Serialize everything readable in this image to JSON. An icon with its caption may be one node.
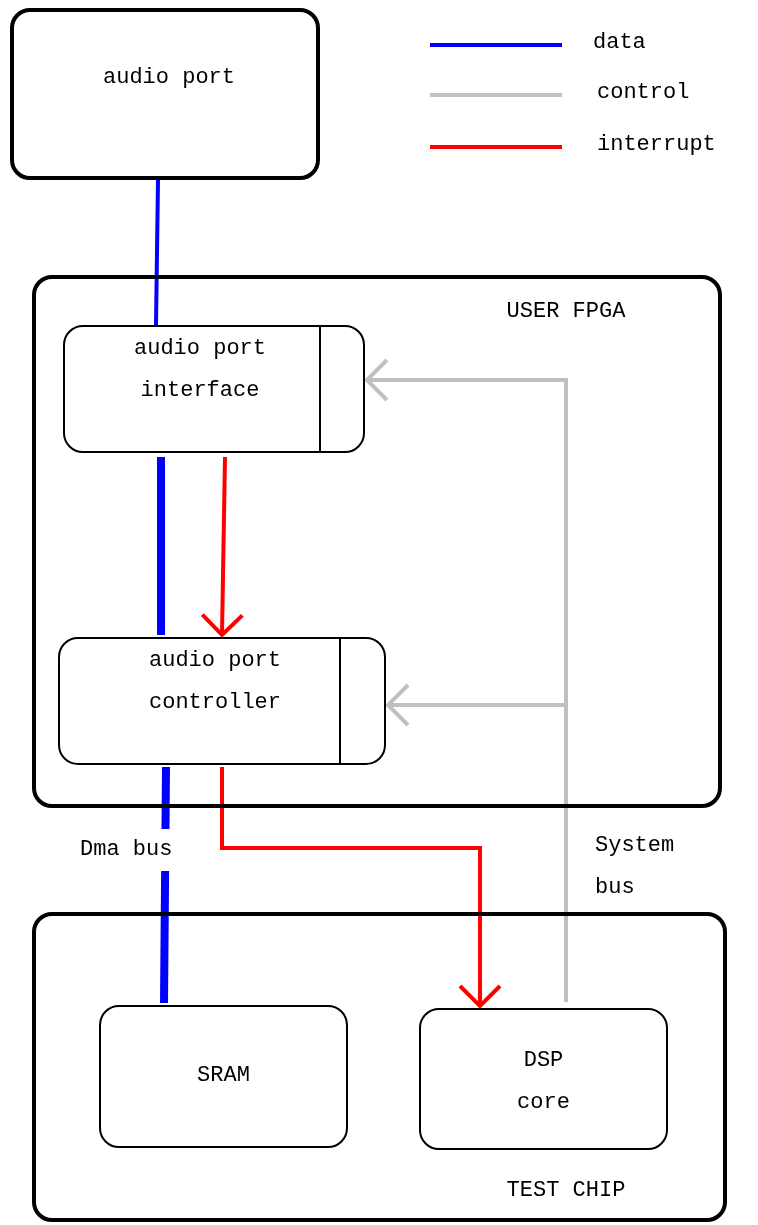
{
  "diagram": {
    "nodes": [
      {
        "text": [
          "audio port"
        ]
      },
      {
        "text": [
          "USER FPGA"
        ]
      },
      {
        "text": [
          "audio port interface"
        ],
        "in": 1
      },
      {
        "text": [
          "audio port controller"
        ],
        "in": 1
      },
      {
        "text": [
          "TEST CHIP"
        ]
      },
      {
        "text": [
          "SRAM"
        ],
        "in": 4
      },
      {
        "text": [
          "DSP core"
        ],
        "in": 4
      }
    ],
    "edges": [
      {
        "from": 0,
        "to": 2,
        "arrow": "none",
        "color": "#0000ff"
      },
      {
        "from": 2,
        "to": 3,
        "arrow": "none",
        "style": "thick",
        "color": "#0000ff"
      },
      {
        "from": 2,
        "to": 3,
        "arrow": "to",
        "color": "#ff0000"
      },
      {
        "from": 6,
        "to": 2,
        "arrow": "to",
        "color": "#c0c0c0"
      },
      {
        "from": 6,
        "to": 3,
        "arrow": "to",
        "label": "System bus",
        "color": "#c0c0c0"
      },
      {
        "from": 3,
        "to": 5,
        "arrow": "none",
        "label": "Dma bus",
        "style": "thick",
        "color": "#0000ff"
      },
      {
        "from": 3,
        "to": 6,
        "arrow": "to",
        "color": "#ff0000"
      }
    ],
    "legend": [
      {
        "text": "data",
        "color": "#0000ff"
      },
      {
        "text": "control",
        "color": "#c0c0c0"
      },
      {
        "text": "interrupt",
        "color": "#ff0000"
      }
    ]
  }
}
